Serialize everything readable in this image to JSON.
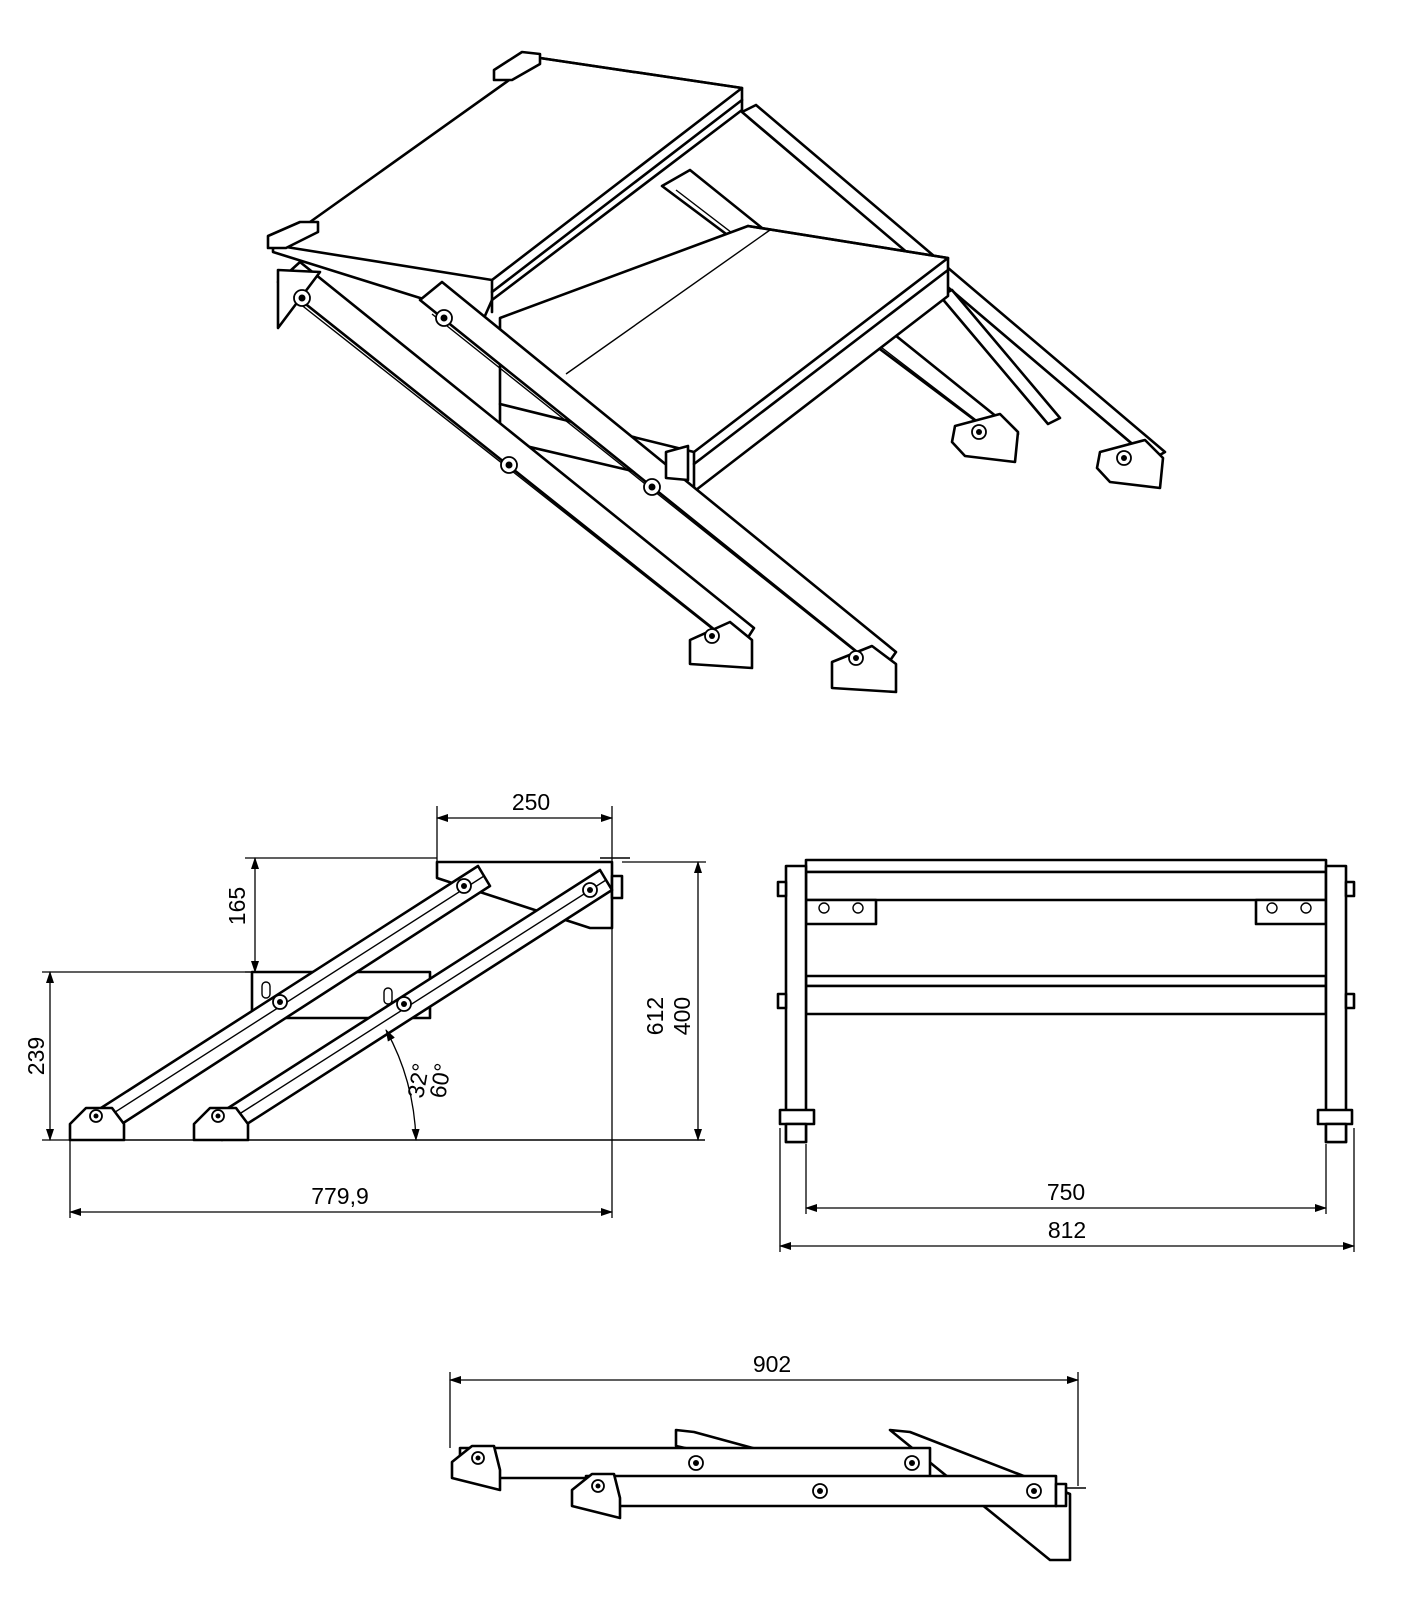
{
  "dimensions": {
    "side_top_tread": "250",
    "side_step_rise": "165",
    "side_lower_height": "239",
    "side_total_height": "612",
    "side_upper_height": "400",
    "side_angle_outer": "60°",
    "side_angle_inner": "32°",
    "side_total_depth": "779,9",
    "front_inner_width": "750",
    "front_outer_width": "812",
    "folded_length": "902"
  }
}
